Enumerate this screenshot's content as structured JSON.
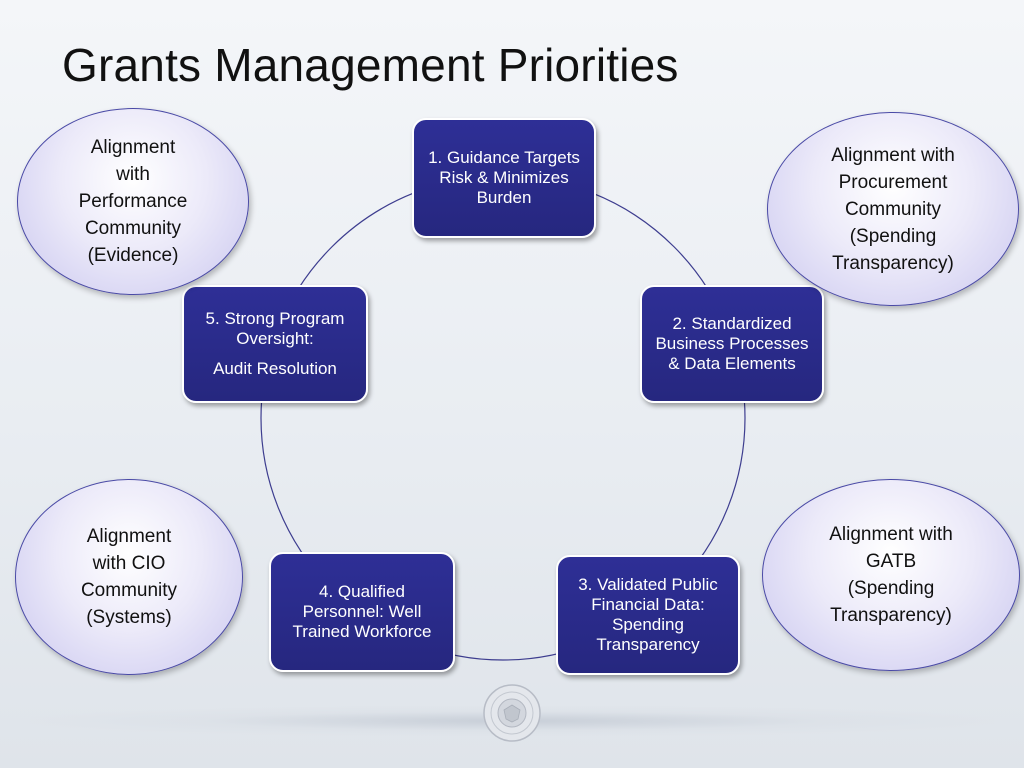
{
  "slide": {
    "title": "Grants Management Priorities"
  },
  "cycle": [
    {
      "id": "guidance",
      "label": "1. Guidance Targets Risk & Minimizes Burden"
    },
    {
      "id": "standardized",
      "label": "2. Standardized Business Processes & Data Elements"
    },
    {
      "id": "validated",
      "label": "3. Validated Public Financial Data: Spending Transparency"
    },
    {
      "id": "personnel",
      "label": "4. Qualified Personnel: Well Trained Workforce"
    },
    {
      "id": "oversight",
      "label": "5. Strong Program Oversight:",
      "sublabel": "Audit Resolution"
    }
  ],
  "alignments": [
    {
      "id": "performance",
      "label": "Alignment\nwith\nPerformance\nCommunity\n(Evidence)"
    },
    {
      "id": "procurement",
      "label": "Alignment with\nProcurement\nCommunity\n(Spending\nTransparency)"
    },
    {
      "id": "cio",
      "label": "Alignment\nwith CIO\nCommunity\n(Systems)"
    },
    {
      "id": "gatb",
      "label": "Alignment with\nGATB\n(Spending\nTransparency)"
    }
  ],
  "colors": {
    "box_fill": "#2e2f96",
    "oval_fill": "#dcdaf5",
    "ring_stroke": "#3d3d8f"
  },
  "icons": {
    "seal": "presidential-seal-icon"
  }
}
